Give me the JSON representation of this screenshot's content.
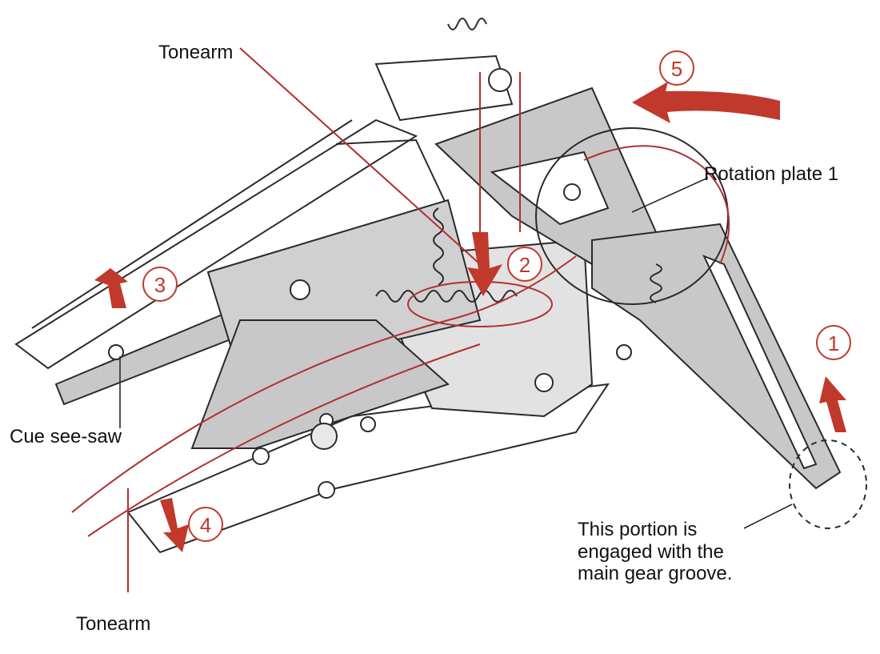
{
  "labels": {
    "tonearm_top": "Tonearm",
    "rotation_plate": "Rotation plate 1",
    "cue_see_saw": "Cue see-saw",
    "tonearm_bottom": "Tonearm",
    "engage_note_1": "This portion is",
    "engage_note_2": "engaged with the",
    "engage_note_3": "main gear groove."
  },
  "steps": [
    "1",
    "2",
    "3",
    "4",
    "5"
  ],
  "colors": {
    "accent": "#c0392b",
    "part_fill": "#c8c8c8",
    "outline": "#2a2a2a"
  }
}
